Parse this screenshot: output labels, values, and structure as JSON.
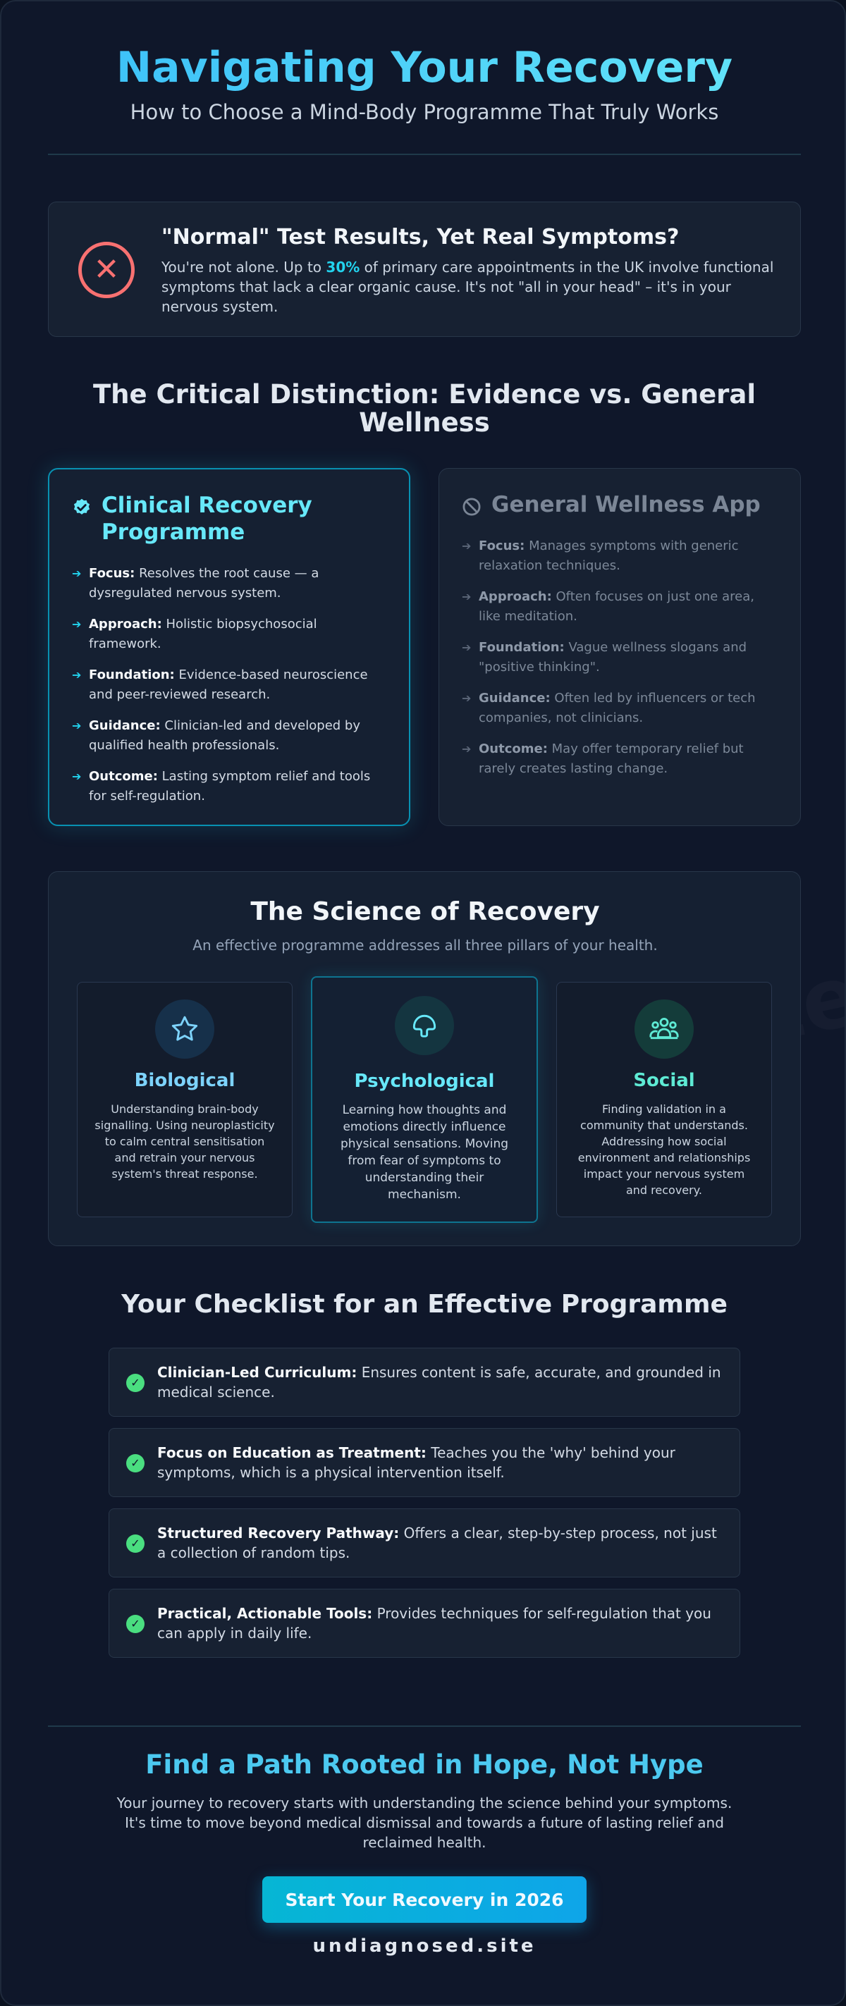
{
  "header": {
    "title": "Navigating Your Recovery",
    "subtitle": "How to Choose a Mind-Body Programme That Truly Works"
  },
  "alert": {
    "title": "\"Normal\" Test Results, Yet Real Symptoms?",
    "text_before": "You're not alone. Up to ",
    "highlight": "30%",
    "text_after": " of primary care appointments in the UK involve functional symptoms that lack a clear organic cause. It's not \"all in your head\" – it's in your nervous system.",
    "icon": "close-x-icon"
  },
  "distinction": {
    "title": "The Critical Distinction: Evidence vs. General Wellness",
    "clinical": {
      "title": "Clinical Recovery Programme",
      "icon": "verified-badge-icon",
      "points": [
        {
          "label": "Focus:",
          "text": " Resolves the root cause — a dysregulated nervous system."
        },
        {
          "label": "Approach:",
          "text": " Holistic biopsychosocial framework."
        },
        {
          "label": "Foundation:",
          "text": " Evidence-based neuroscience and peer-reviewed research."
        },
        {
          "label": "Guidance:",
          "text": " Clinician-led and developed by qualified health professionals."
        },
        {
          "label": "Outcome:",
          "text": " Lasting symptom relief and tools for self-regulation."
        }
      ]
    },
    "wellness": {
      "title": "General Wellness App",
      "icon": "ban-icon",
      "points": [
        {
          "label": "Focus:",
          "text": " Manages symptoms with generic relaxation techniques."
        },
        {
          "label": "Approach:",
          "text": " Often focuses on just one area, like meditation."
        },
        {
          "label": "Foundation:",
          "text": " Vague wellness slogans and \"positive thinking\"."
        },
        {
          "label": "Guidance:",
          "text": " Often led by influencers or tech companies, not clinicians."
        },
        {
          "label": "Outcome:",
          "text": " May offer temporary relief but rarely creates lasting change."
        }
      ]
    }
  },
  "science": {
    "title": "The Science of Recovery",
    "lead": "An effective programme addresses all three pillars of your health.",
    "pillars": [
      {
        "name": "Biological",
        "icon": "star-icon",
        "color": "#7dd3fc",
        "text": "Understanding brain-body signalling. Using neuroplasticity to calm central sensitisation and retrain your nervous system's threat response."
      },
      {
        "name": "Psychological",
        "icon": "brain-icon",
        "color": "#67e8f9",
        "text": "Learning how thoughts and emotions directly influence physical sensations. Moving from fear of symptoms to understanding their mechanism."
      },
      {
        "name": "Social",
        "icon": "community-icon",
        "color": "#5eead4",
        "text": "Finding validation in a community that understands. Addressing how social environment and relationships impact your nervous system and recovery."
      }
    ]
  },
  "checklist": {
    "title": "Your Checklist for an Effective Programme",
    "items": [
      {
        "label": "Clinician-Led Curriculum:",
        "text": " Ensures content is safe, accurate, and grounded in medical science."
      },
      {
        "label": "Focus on Education as Treatment:",
        "text": " Teaches you the 'why' behind your symptoms, which is a physical intervention itself."
      },
      {
        "label": "Structured Recovery Pathway:",
        "text": " Offers a clear, step-by-step process, not just a collection of random tips."
      },
      {
        "label": "Practical, Actionable Tools:",
        "text": " Provides techniques for self-regulation that you can apply in daily life."
      }
    ]
  },
  "cta": {
    "title": "Find a Path Rooted in Hope, Not Hype",
    "text": "Your journey to recovery starts with understanding the science behind your symptoms. It's time to move beyond medical dismissal and towards a future of lasting relief and reclaimed health.",
    "button": "Start Your Recovery in 2026"
  },
  "footer": {
    "site": "undiagnosed.site",
    "watermark": "undiagnosed.site"
  },
  "colors": {
    "accent": "#22d3ee",
    "danger": "#f87171",
    "success": "#4ade80",
    "background": "#0f172a"
  }
}
